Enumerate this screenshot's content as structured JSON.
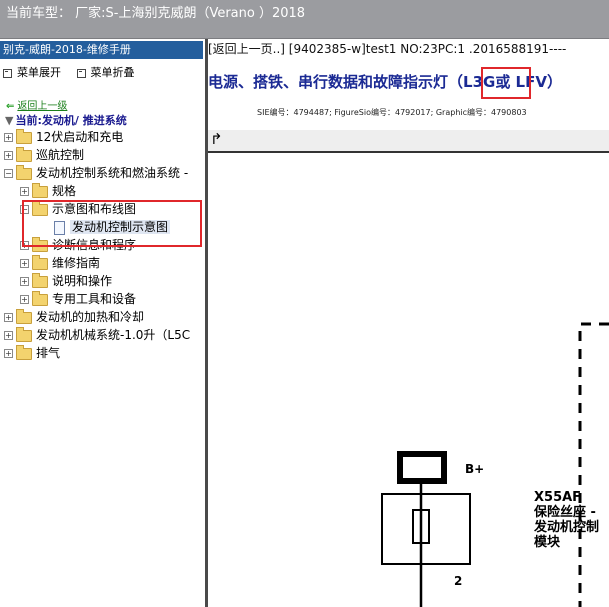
{
  "topbar": {
    "title": "当前车型：  厂家:S-上海别克威朗（Verano ）2018"
  },
  "left_panel": {
    "header": "别克-威朗-2018-维修手册",
    "toolbar": {
      "expand": "菜单展开",
      "collapse": "菜单折叠"
    },
    "back_link": "返回上一级",
    "current": "当前:发动机/ 推进系统",
    "tree": [
      {
        "label": "12伏启动和充电"
      },
      {
        "label": "巡航控制"
      },
      {
        "label": "发动机控制系统和燃油系统 -"
      },
      {
        "label": "规格"
      },
      {
        "label": "示意图和布线图"
      },
      {
        "label": "发动机控制示意图"
      },
      {
        "label": "诊断信息和程序"
      },
      {
        "label": "维修指南"
      },
      {
        "label": "说明和操作"
      },
      {
        "label": "专用工具和设备"
      },
      {
        "label": "发动机的加热和冷却"
      },
      {
        "label": "发动机机械系统-1.0升（L5C"
      },
      {
        "label": "排气"
      }
    ]
  },
  "document": {
    "nav_line": "[返回上一页..] [9402385-w]test1 NO:23PC:1 .2016588191----",
    "title_prefix": "电源、搭铁、串行数据和故障指示灯（",
    "title_highlight": "L3G",
    "title_suffix": "或 LFV）",
    "ids": "SIE编号：4794487;  FigureSio编号：4792017;  Graphic编号：4790803",
    "diagram": {
      "b_plus": "B+",
      "pin": "2",
      "component_code": "X55AF",
      "component_name_1": "保险丝座 -",
      "component_name_2": "发动机控制",
      "component_name_3": "模块"
    }
  },
  "colors": {
    "topbar": "#9b9ca0",
    "left_header": "#245e9d",
    "title": "#1b2a94",
    "highlight_box": "#e0272b"
  }
}
